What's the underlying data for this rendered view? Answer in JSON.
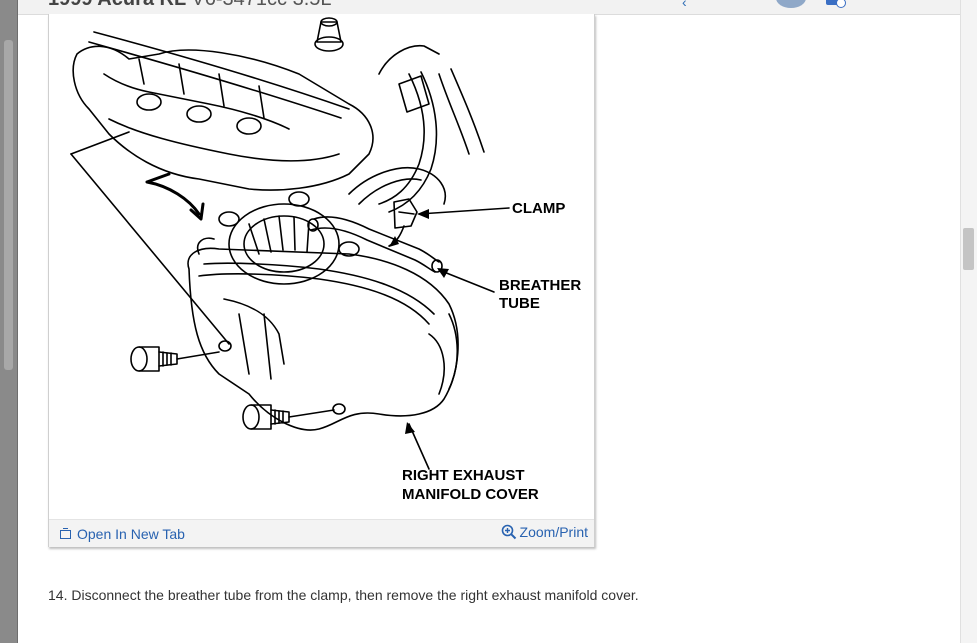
{
  "header": {
    "title_bold": "1999 Acura RL",
    "title_rest": "V6-3471cc 3.5L"
  },
  "figure": {
    "callouts": {
      "clamp": "CLAMP",
      "breather_line1": "BREATHER",
      "breather_line2": "TUBE",
      "cover_line1": "RIGHT EXHAUST",
      "cover_line2": "MANIFOLD COVER"
    },
    "open_tab_label": "Open In New Tab",
    "zoom_label": "Zoom/Print"
  },
  "step": {
    "text": "14. Disconnect the breather tube from the clamp, then remove the right exhaust manifold cover."
  },
  "icons": {
    "open_tab": "open-in-new-tab-icon",
    "zoom": "magnifier-zoom-icon",
    "back": "chevron-left-icon",
    "add": "add-to-list-icon"
  },
  "colors": {
    "link": "#2862b0",
    "footer_bg": "#f3f3f3"
  }
}
